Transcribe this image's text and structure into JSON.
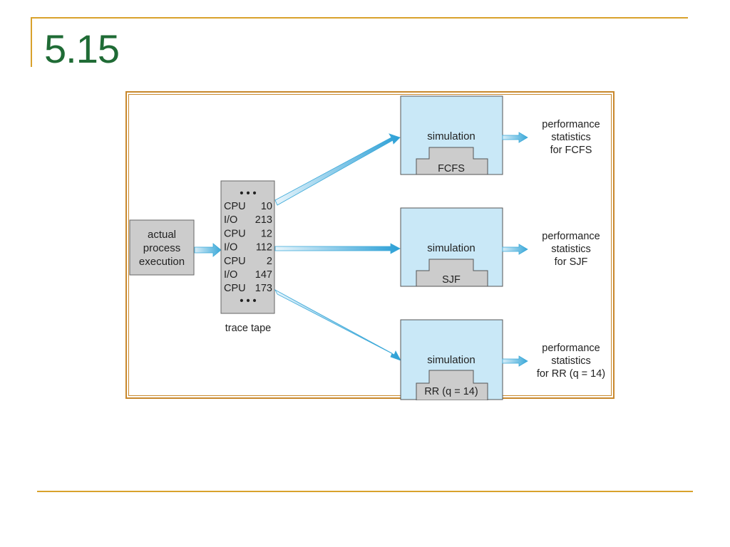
{
  "slide": {
    "title": "5.15"
  },
  "diagram": {
    "source_box": [
      "actual",
      "process",
      "execution"
    ],
    "tape": {
      "dots_top": "• • •",
      "rows": [
        {
          "op": "CPU",
          "val": "10"
        },
        {
          "op": "I/O",
          "val": "213"
        },
        {
          "op": "CPU",
          "val": "12"
        },
        {
          "op": "I/O",
          "val": "112"
        },
        {
          "op": "CPU",
          "val": "2"
        },
        {
          "op": "I/O",
          "val": "147"
        },
        {
          "op": "CPU",
          "val": "173"
        }
      ],
      "dots_bottom": "• • •",
      "caption": "trace tape"
    },
    "simulations": [
      {
        "label": "simulation",
        "algorithm": "FCFS",
        "stats": [
          "performance",
          "statistics",
          "for FCFS"
        ]
      },
      {
        "label": "simulation",
        "algorithm": "SJF",
        "stats": [
          "performance",
          "statistics",
          "for SJF"
        ]
      },
      {
        "label": "simulation",
        "algorithm": "RR (q = 14)",
        "stats": [
          "performance",
          "statistics",
          "for RR (q = 14)"
        ]
      }
    ],
    "colors": {
      "sim_fill": "#c9e8f7",
      "tape_fill": "#cccccc",
      "arrow": "#3aa8d8",
      "frame": "#c8882c",
      "title": "#1f6b35"
    }
  }
}
